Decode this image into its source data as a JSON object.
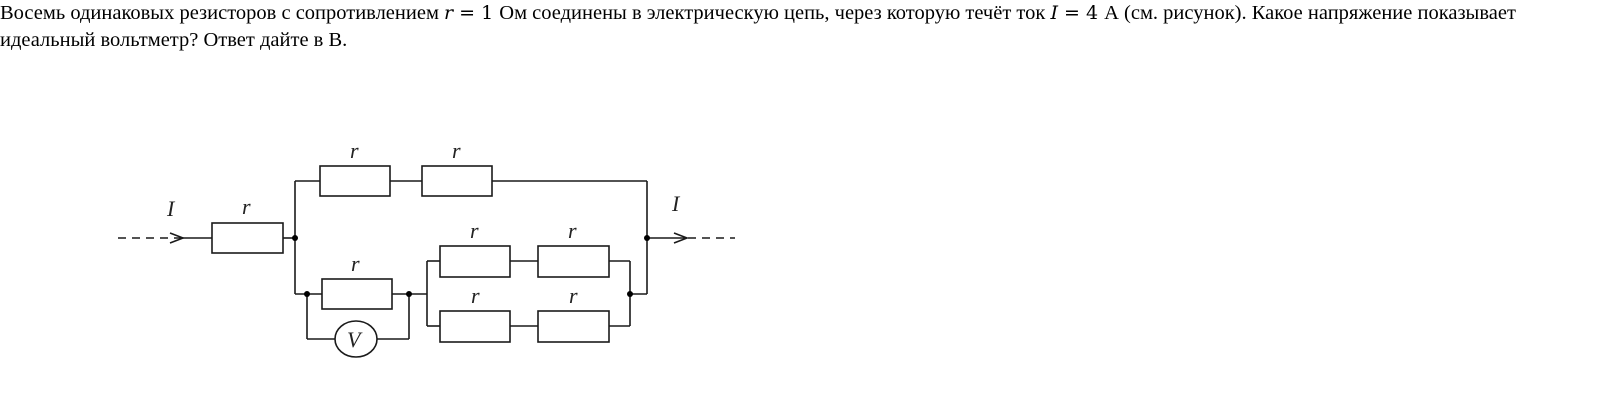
{
  "problem": {
    "line1_part1": "Восемь одинаковых резисторов с сопротивлением ",
    "var_r": "r",
    "eq_r": " = 1 ",
    "line1_part2": "Ом соединены в электрическую цепь, через которую течёт ток ",
    "var_I": "I",
    "eq_I": " = 4 ",
    "line1_part3": "А (см. рисунок). Какое напряжение показывает идеальный вольтметр? Ответ дайте в В."
  },
  "circuit": {
    "current_label_in": "I",
    "current_label_out": "I",
    "resistor_label": "r",
    "resistor_count": 8,
    "voltmeter_label": "V",
    "wire_color": "#1a1a1a"
  }
}
